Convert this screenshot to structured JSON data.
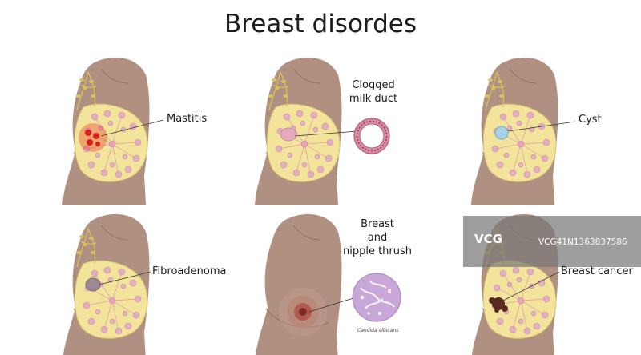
{
  "title": "Breast disordes",
  "panels": [
    {
      "label": "Mastitis"
    },
    {
      "label_line1": "Clogged",
      "label_line2": "milk duct"
    },
    {
      "label": "Cyst"
    },
    {
      "label": "Fibroadenoma"
    },
    {
      "label_line1": "Breast",
      "label_line2": "and",
      "label_line3": "nipple thrush",
      "caption": "Candida albicans"
    },
    {
      "label": "Breast cancer"
    }
  ],
  "watermark": {
    "logo": "VCG",
    "id": "VCG41N1363837586"
  },
  "colors": {
    "skin": "#b09181",
    "skin_dark": "#9c7e6f",
    "gland": "#f3e49b",
    "lobule": "#e6b0c3",
    "lymph": "#d6c35a",
    "inflamed": "#e8321f",
    "cyst": "#a8d2e4",
    "tumor": "#5a2a22",
    "fungus_bg": "#c9a7d8"
  }
}
